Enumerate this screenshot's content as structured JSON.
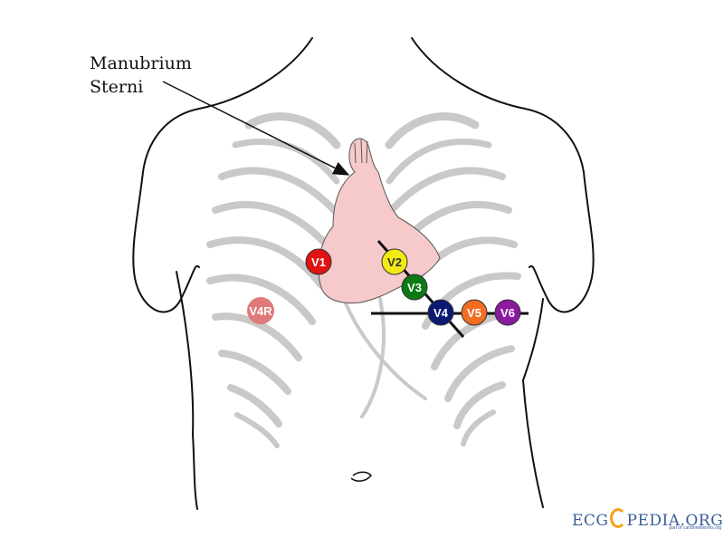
{
  "annotation": {
    "line1": "Manubrium",
    "line2": "Sterni"
  },
  "electrodes": [
    {
      "id": "v1",
      "label": "V1",
      "color": "#e01212"
    },
    {
      "id": "v2",
      "label": "V2",
      "color": "#f2ea14"
    },
    {
      "id": "v3",
      "label": "V3",
      "color": "#0b7a14"
    },
    {
      "id": "v4",
      "label": "V4",
      "color": "#0b1a73"
    },
    {
      "id": "v5",
      "label": "V5",
      "color": "#f26c22"
    },
    {
      "id": "v6",
      "label": "V6",
      "color": "#8a1a9e"
    },
    {
      "id": "v4r",
      "label": "V4R",
      "color": "#e07a7a"
    }
  ],
  "logo": {
    "left": "ECG",
    "right": "PEDIA.ORG",
    "tagline": "part of cardionetworks.org"
  },
  "colors": {
    "sternum": "#f6caca",
    "ribs": "#c9c9c9",
    "outline": "#111111"
  }
}
